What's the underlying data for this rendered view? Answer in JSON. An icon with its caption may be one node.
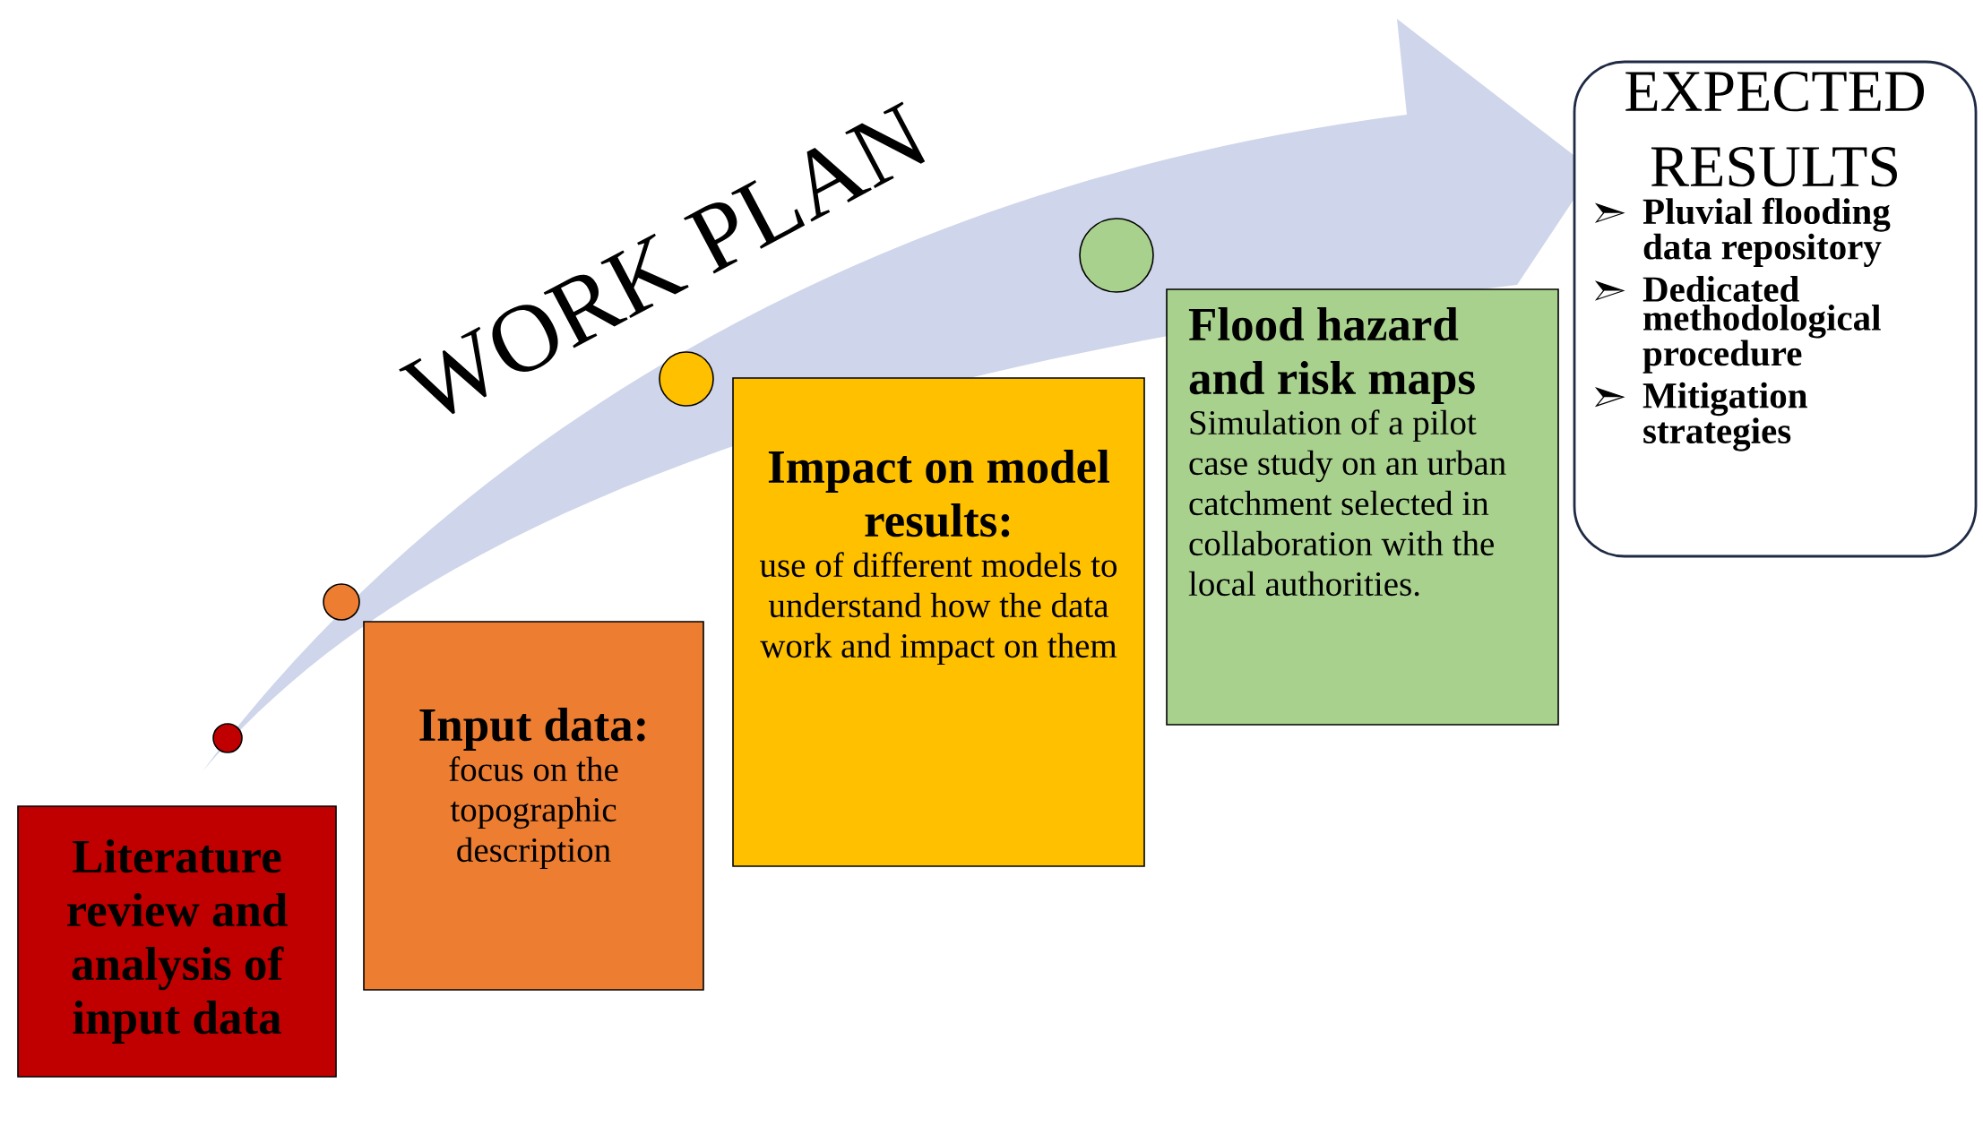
{
  "diagram": {
    "title": "WORK PLAN",
    "nodes": [
      {
        "text": [
          "Literature review and analysis of input data"
        ]
      },
      {
        "text": [
          "Input data:",
          "focus on the topographic description"
        ]
      },
      {
        "text": [
          "Impact on model results:",
          "use of different models to understand how the data work and impact on them"
        ]
      },
      {
        "text": [
          "Flood hazard and risk maps",
          "Simulation of a pilot case study on an urban catchment selected in collaboration with the local authorities."
        ]
      },
      {
        "text": [
          "EXPECTED RESULTS",
          "Pluvial flooding data repository",
          "Dedicated methodological procedure",
          "Mitigation strategies"
        ]
      },
      {
        "text": [],
        "shape": "circle"
      },
      {
        "text": [],
        "shape": "circle"
      },
      {
        "text": [],
        "shape": "circle"
      },
      {
        "text": [],
        "shape": "circle"
      }
    ]
  }
}
